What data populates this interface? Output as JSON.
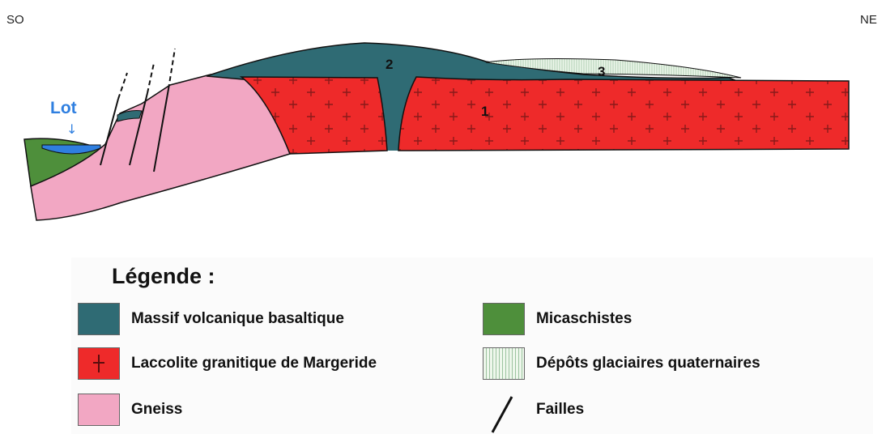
{
  "orientation": {
    "left": "SO",
    "right": "NE"
  },
  "river": {
    "label": "Lot",
    "arrow": "↓"
  },
  "unit_numbers": {
    "granite": "1",
    "basalt": "2",
    "glacial": "3"
  },
  "colors": {
    "basalt": "#2f6b74",
    "granite": "#ee2a2a",
    "gneiss": "#f2a7c3",
    "micaschist": "#4e8f3b",
    "glacial": "#eef7ec",
    "water": "#2f7fe0",
    "outline": "#111111"
  },
  "legend": {
    "title": "Légende :",
    "items": [
      {
        "label": "Massif volcanique basaltique",
        "icon": "basalt-swatch"
      },
      {
        "label": "Laccolite granitique de Margeride",
        "icon": "granite-swatch"
      },
      {
        "label": "Gneiss",
        "icon": "gneiss-swatch"
      },
      {
        "label": "Micaschistes",
        "icon": "micaschist-swatch"
      },
      {
        "label": "Dépôts glaciaires quaternaires",
        "icon": "glacial-swatch"
      },
      {
        "label": "Failles",
        "icon": "fault-line-icon"
      }
    ]
  }
}
